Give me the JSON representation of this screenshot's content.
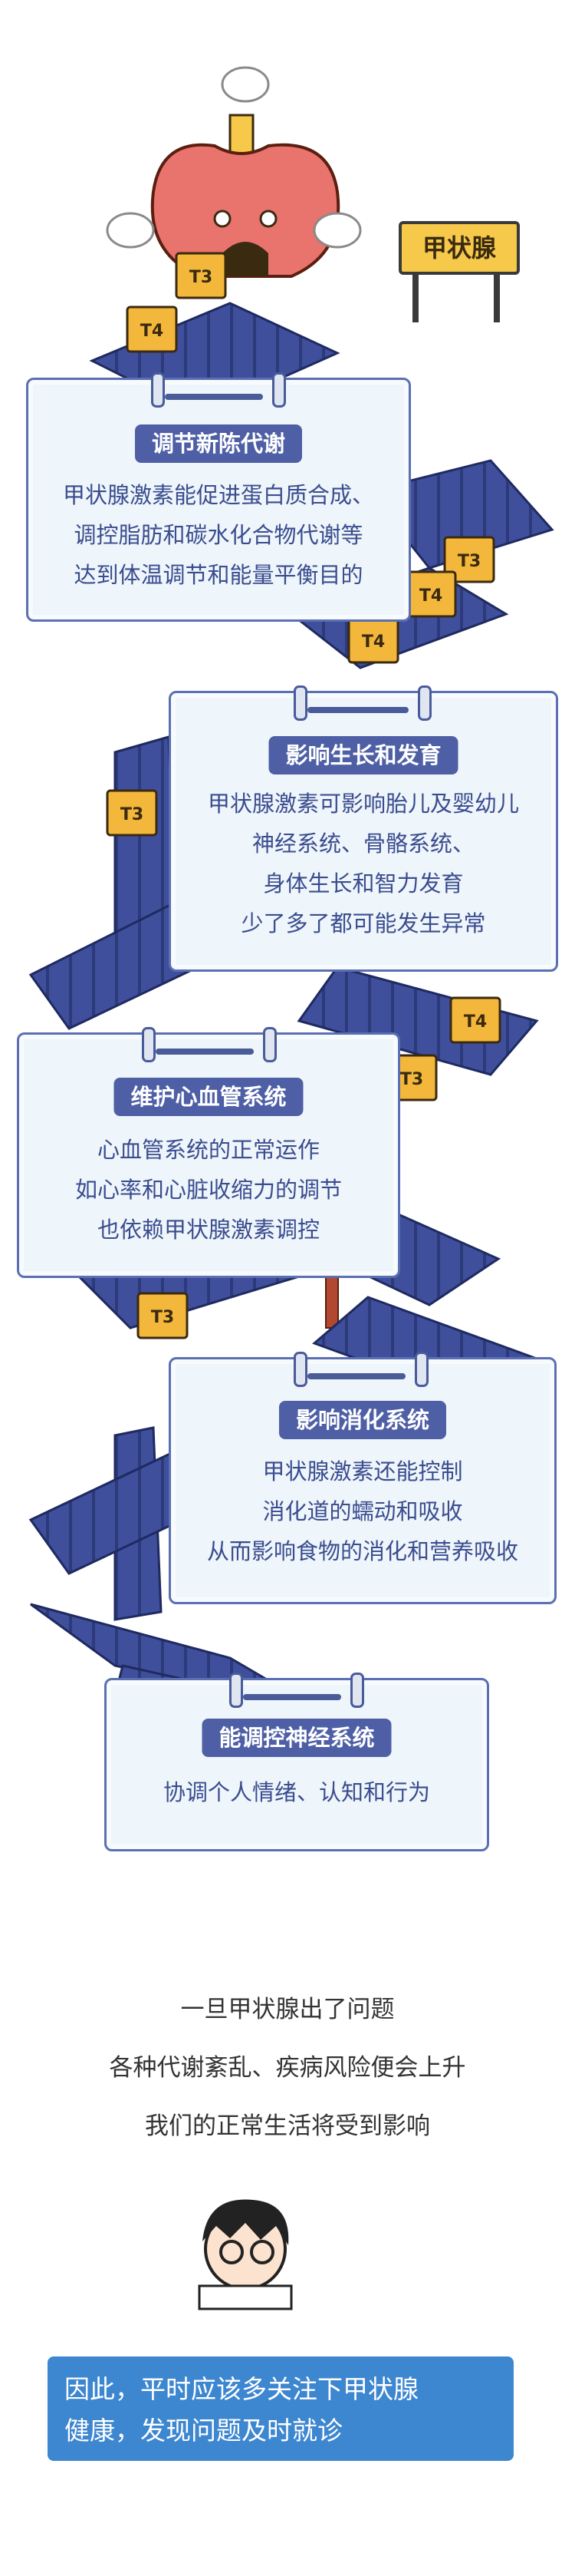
{
  "sign": {
    "label": "甲状腺"
  },
  "boxes": [
    "T3",
    "T4"
  ],
  "cards": [
    {
      "title": "调节新陈代谢",
      "lines": [
        "甲状腺激素能促进蛋白质合成、",
        "调控脂肪和碳水化合物代谢等",
        "达到体温调节和能量平衡目的"
      ]
    },
    {
      "title": "影响生长和发育",
      "lines": [
        "甲状腺激素可影响胎儿及婴幼儿",
        "神经系统、骨骼系统、",
        "身体生长和智力发育",
        "少了多了都可能发生异常"
      ]
    },
    {
      "title": "维护心血管系统",
      "lines": [
        "心血管系统的正常运作",
        "如心率和心脏收缩力的调节",
        "也依赖甲状腺激素调控"
      ]
    },
    {
      "title": "影响消化系统",
      "lines": [
        "甲状腺激素还能控制",
        "消化道的蠕动和吸收",
        "从而影响食物的消化和营养吸收"
      ]
    },
    {
      "title": "能调控神经系统",
      "lines": [
        "协调个人情绪、认知和行为"
      ]
    }
  ],
  "outro": [
    "一旦甲状腺出了问题",
    "各种代谢紊乱、疾病风险便会上升",
    "我们的正常生活将受到影响"
  ],
  "final_note": [
    "因此，平时应该多关注下甲状腺",
    "健康，发现问题及时就诊"
  ],
  "colors": {
    "belt": "#3f4f9c",
    "card_border": "#5b6fb3",
    "pill": "#4e5fa6",
    "box": "#f3b73c",
    "thyroid": "#e9736d",
    "final_bg": "#3d86d0"
  }
}
